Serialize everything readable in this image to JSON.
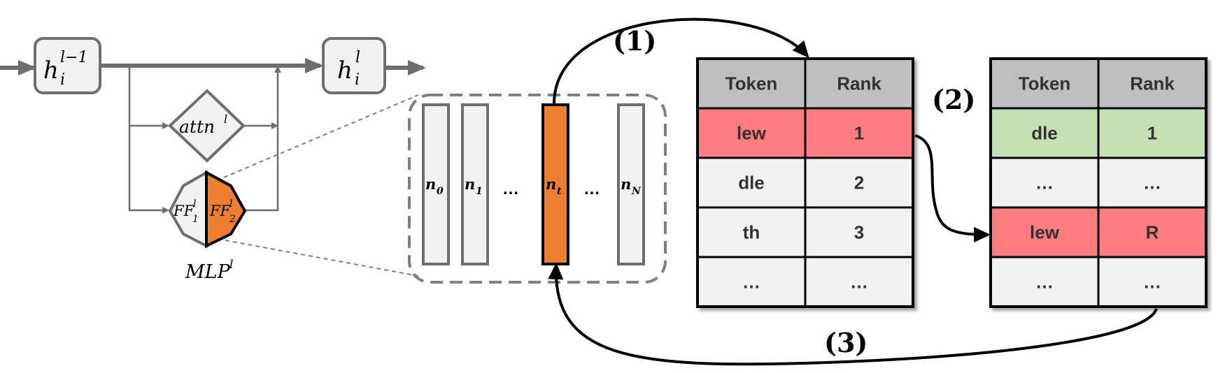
{
  "residual": {
    "h_prev": {
      "base": "h",
      "sub": "i",
      "sup": "l−1"
    },
    "h_next": {
      "base": "h",
      "sub": "i",
      "sup": "l"
    },
    "attn": {
      "base": "attn",
      "sup": "l"
    },
    "ff1": {
      "base": "FF",
      "sub": "1",
      "sup": "l"
    },
    "ff2": {
      "base": "FF",
      "sub": "2",
      "sup": "l"
    },
    "mlp": {
      "base": "MLP",
      "sup": "l"
    }
  },
  "neurons": {
    "items": [
      {
        "base": "n",
        "sub": "0",
        "highlight": false
      },
      {
        "base": "n",
        "sub": "1",
        "highlight": false
      },
      {
        "base": "n",
        "sub": "t",
        "highlight": true
      },
      {
        "base": "n",
        "sub": "N",
        "highlight": false
      }
    ],
    "ellipsis": "…"
  },
  "steps": {
    "step1": "(1)",
    "step2": "(2)",
    "step3": "(3)"
  },
  "table1": {
    "headers": [
      "Token",
      "Rank"
    ],
    "rows": [
      {
        "cells": [
          "lew",
          "1"
        ],
        "highlight": "red"
      },
      {
        "cells": [
          "dle",
          "2"
        ],
        "highlight": "none"
      },
      {
        "cells": [
          "th",
          "3"
        ],
        "highlight": "none"
      },
      {
        "cells": [
          "…",
          "…"
        ],
        "highlight": "none"
      }
    ]
  },
  "table2": {
    "headers": [
      "Token",
      "Rank"
    ],
    "rows": [
      {
        "cells": [
          "dle",
          "1"
        ],
        "highlight": "green"
      },
      {
        "cells": [
          "…",
          "…"
        ],
        "highlight": "none"
      },
      {
        "cells": [
          "lew",
          "R"
        ],
        "highlight": "red"
      },
      {
        "cells": [
          "…",
          "…"
        ],
        "highlight": "none"
      }
    ]
  },
  "colors": {
    "orange": "#ED7D31",
    "red_row": "#FF7C80",
    "green_row": "#C5E0B4",
    "header": "#BFBFBF",
    "cell": "#F2F2F2",
    "gray_stroke": "#6E6E6E"
  }
}
